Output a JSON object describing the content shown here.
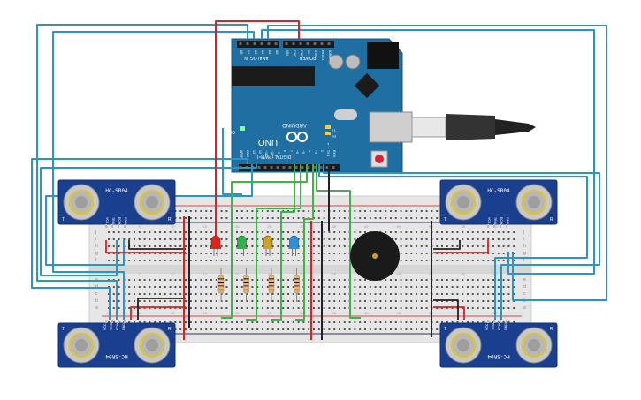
{
  "arduino": {
    "logo_text": "ARDUINO",
    "model": "UNO",
    "analog_label": "ANALOG IN",
    "power_label": "POWER",
    "digital_label": "DIGITAL (PWM~)",
    "on_label": "ON",
    "tx_label": "TX",
    "rx_label": "RX",
    "l_label": "L",
    "analog_pins": [
      "A5",
      "A4",
      "A3",
      "A2",
      "A1",
      "A0"
    ],
    "power_pins": [
      "VIN",
      "GND",
      "GND",
      "5V",
      "3.3V",
      "RESET",
      "IOREF"
    ],
    "digital_pins": [
      "AREF",
      "GND",
      "13",
      "12",
      "~11",
      "~10",
      "~9",
      "8",
      "7",
      "~6",
      "~5",
      "4",
      "~3",
      "2",
      "TX 1",
      "RX 0"
    ]
  },
  "sensors": {
    "model_label": "HC-SR04",
    "pin_labels": [
      "VCC",
      "TRIG",
      "ECHO",
      "GND"
    ],
    "t_label": "T",
    "r_label": "R"
  },
  "breadboard": {
    "row_letters_top": [
      "j",
      "i",
      "h",
      "g",
      "f"
    ],
    "row_letters_bottom": [
      "e",
      "d",
      "c",
      "b",
      "a"
    ],
    "column_marks": [
      "1",
      "5",
      "10",
      "15",
      "20",
      "25",
      "30",
      "35",
      "40",
      "45",
      "50",
      "55",
      "60"
    ]
  },
  "leds": {
    "colors": [
      "#e2231a",
      "#2db34a",
      "#c9a227",
      "#2f8fd8"
    ]
  },
  "colors": {
    "board_blue": "#1f6fa3",
    "sensor_blue": "#1a3f8f",
    "wire_blue": "#2a96c8",
    "wire_green": "#3db34a",
    "wire_red": "#e02020",
    "wire_black": "#222222",
    "breadboard": "#e8e8e8"
  }
}
